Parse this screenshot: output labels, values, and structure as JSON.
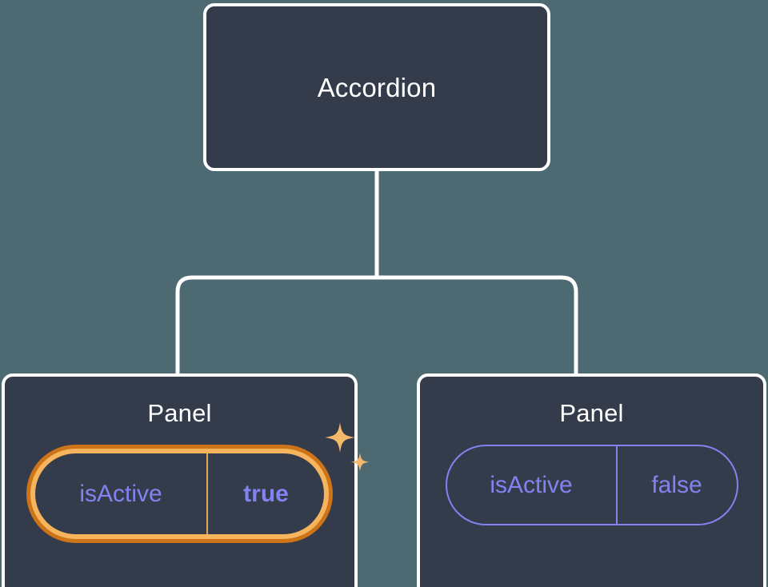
{
  "canvas": {
    "background_color": "#4d6971",
    "node_fill_color": "#343c4b",
    "node_border_color": "#ffffff",
    "connector_color": "#ffffff",
    "prop_text_color": "#8183f0",
    "highlight_outer_color": "#cd7318",
    "highlight_inner_color": "#f6b45d",
    "sparkle_color": "#f5b96a"
  },
  "tree": {
    "root": {
      "label": "Accordion"
    },
    "children": [
      {
        "label": "Panel",
        "highlighted": true,
        "prop": {
          "name": "isActive",
          "value": "true"
        },
        "sparkle_large_icon": "sparkle-icon",
        "sparkle_small_icon": "sparkle-icon"
      },
      {
        "label": "Panel",
        "highlighted": false,
        "prop": {
          "name": "isActive",
          "value": "false"
        }
      }
    ]
  }
}
